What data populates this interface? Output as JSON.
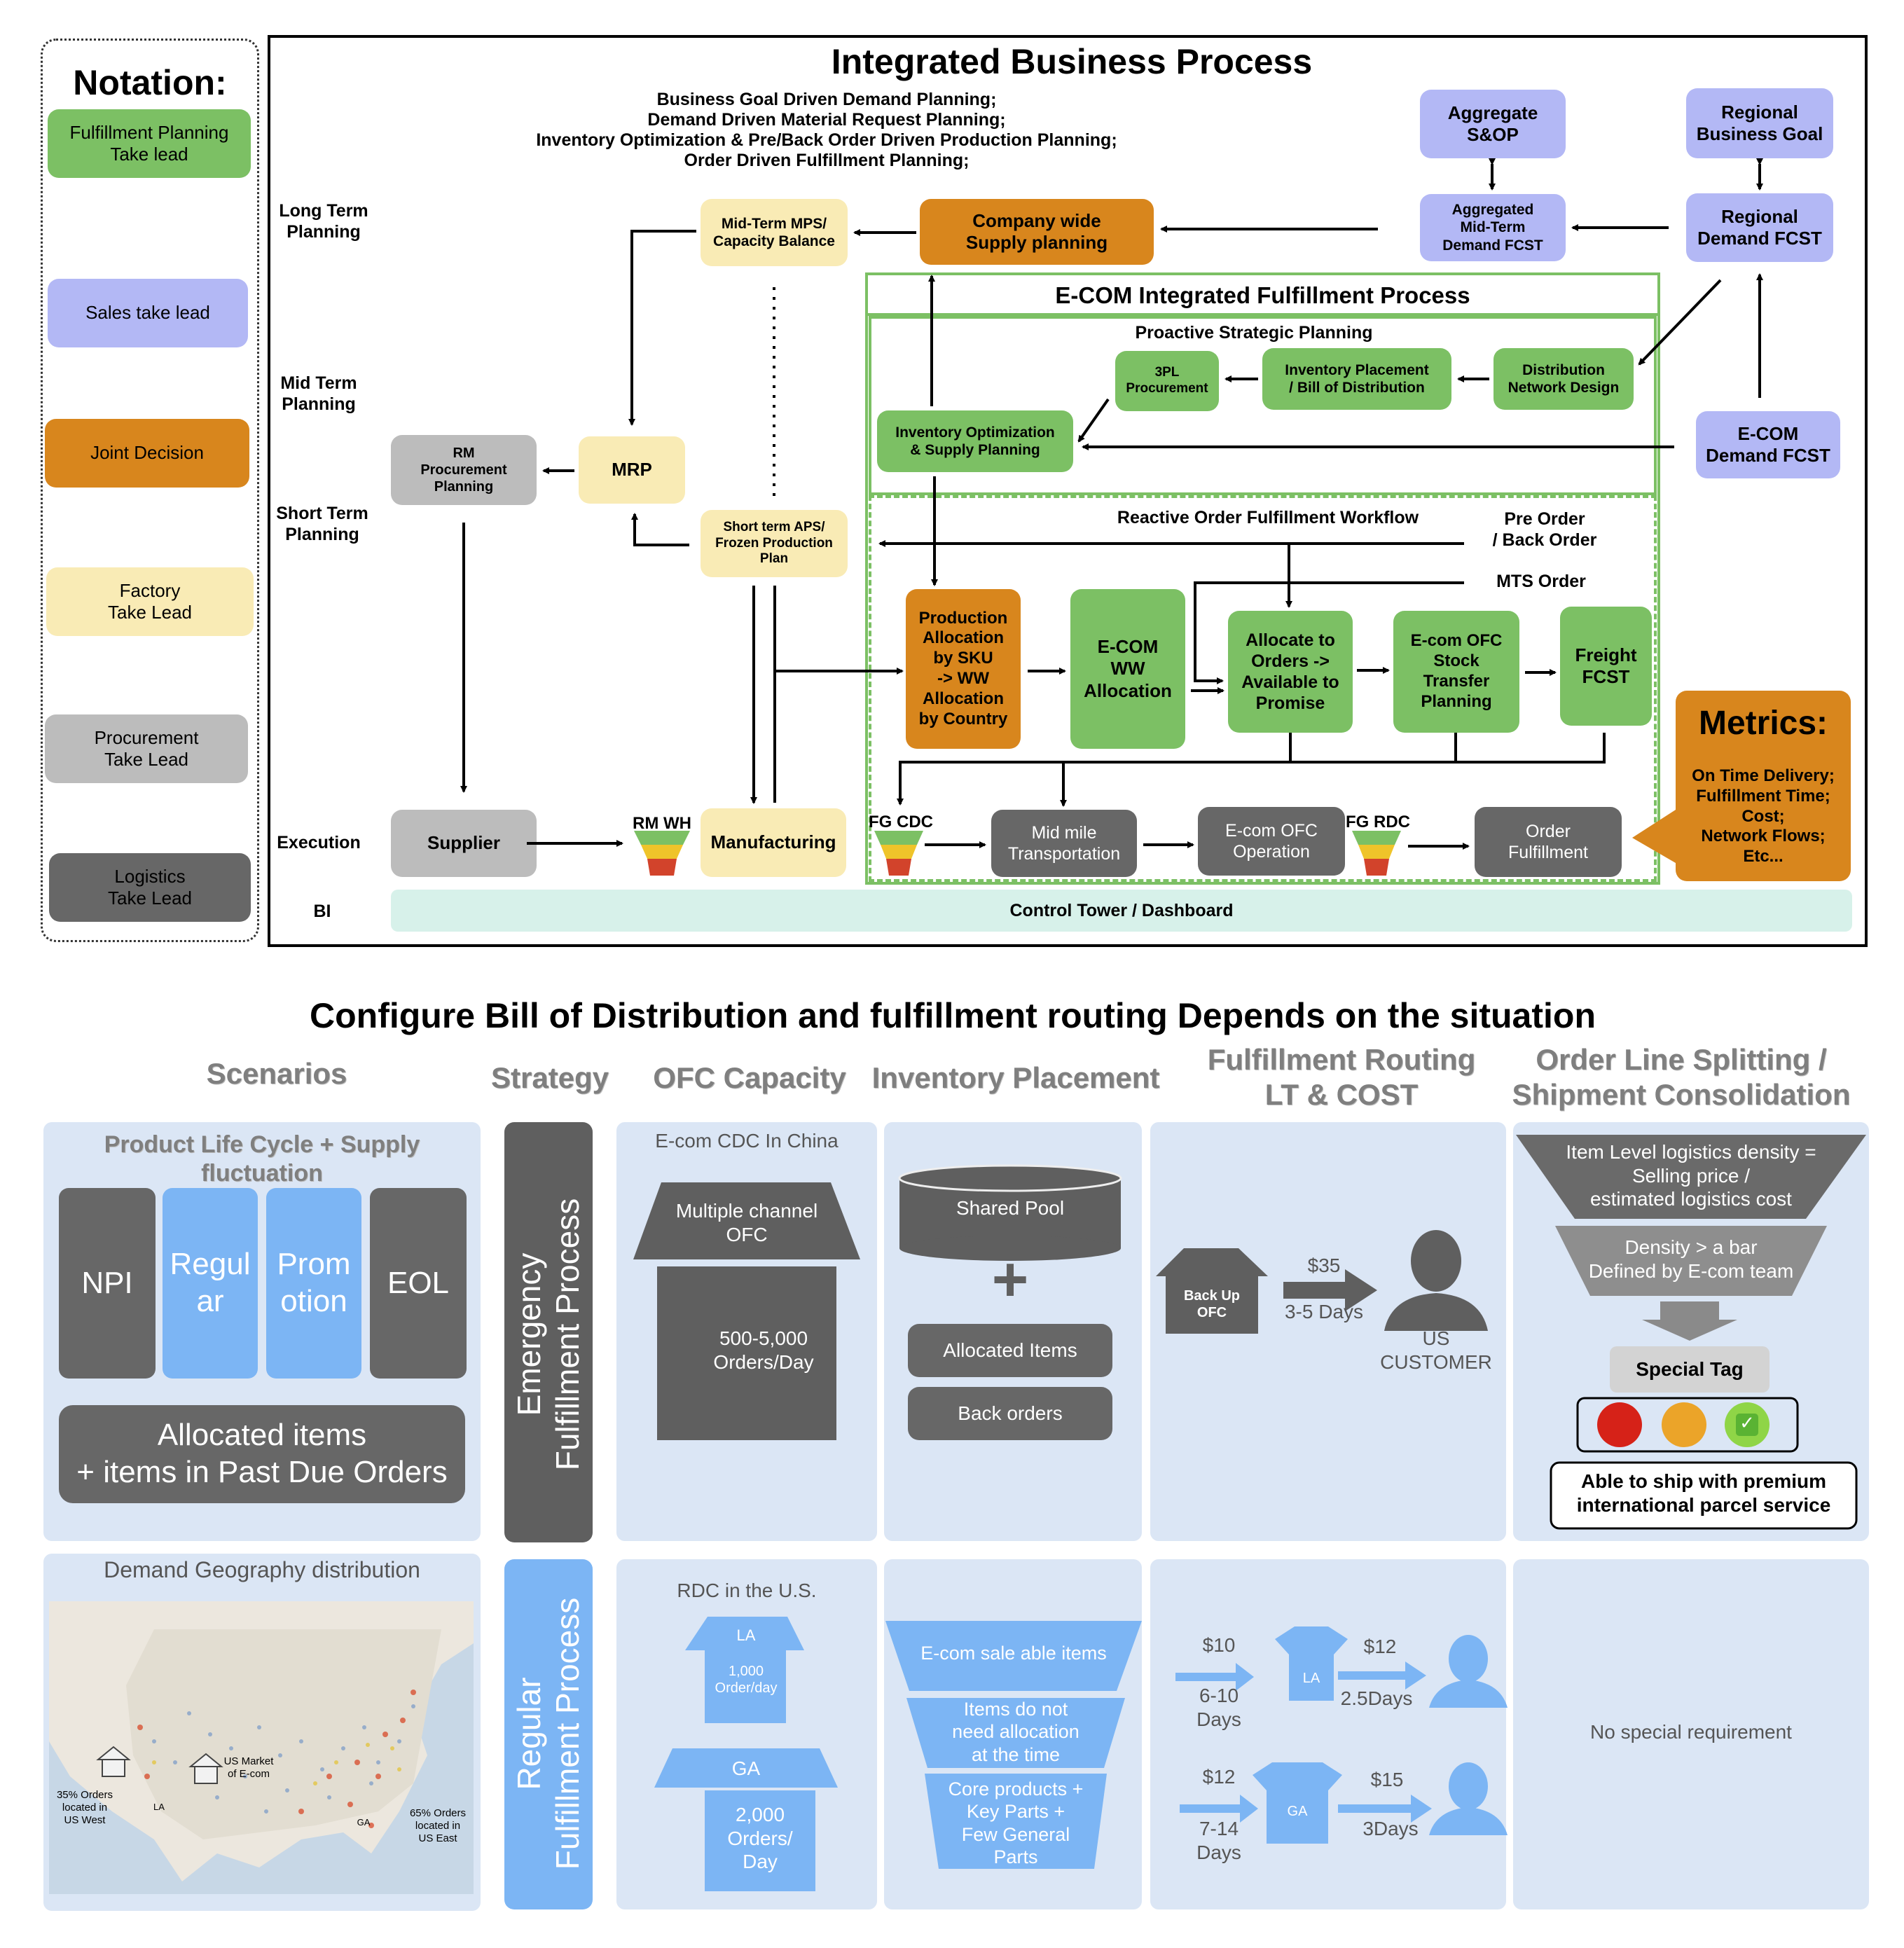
{
  "notation": {
    "title": "Notation:",
    "items": [
      {
        "label": "Fulfillment Planning\nTake lead",
        "color": "#7cc064"
      },
      {
        "label": "Sales take lead",
        "color": "#b3b8f5"
      },
      {
        "label": "Joint Decision",
        "color": "#d8861d"
      },
      {
        "label": "Factory\nTake Lead",
        "color": "#f9ebb5"
      },
      {
        "label": "Procurement\nTake Lead",
        "color": "#bcbcbc"
      },
      {
        "label": "Logistics\nTake Lead",
        "color": "#676767"
      }
    ]
  },
  "ibp": {
    "title": "Integrated Business Process",
    "goals": "Business Goal Driven Demand Planning;\nDemand Driven Material Request Planning;\nInventory Optimization & Pre/Back Order Driven Production Planning;\nOrder Driven Fulfillment Planning;",
    "rows": {
      "long_term": "Long Term\nPlanning",
      "mid_term": "Mid Term\nPlanning",
      "short_term": "Short Term\nPlanning",
      "execution": "Execution",
      "bi": "BI"
    },
    "nodes": {
      "aggregate_sop": "Aggregate\nS&OP",
      "regional_goal": "Regional\nBusiness Goal",
      "aggregated_fcst": "Aggregated\nMid-Term\nDemand FCST",
      "regional_fcst": "Regional\nDemand FCST",
      "company_supply": "Company wide\nSupply planning",
      "mid_term_mps": "Mid-Term MPS/\nCapacity Balance",
      "ecom_title": "E-COM Integrated Fulfillment Process",
      "proactive": "Proactive Strategic Planning",
      "tpl": "3PL\nProcurement",
      "inv_placement": "Inventory Placement\n/ Bill of Distribution",
      "dist_design": "Distribution\nNetwork Design",
      "inv_opt": "Inventory Optimization\n& Supply Planning",
      "ecom_fcst": "E-COM\nDemand FCST",
      "rm_proc": "RM\nProcurement\nPlanning",
      "mrp": "MRP",
      "short_aps": "Short term APS/\nFrozen Production\nPlan",
      "reactive": "Reactive Order Fulfillment Workflow",
      "pre_order": "Pre Order\n/ Back Order",
      "mts_order": "MTS Order",
      "prod_alloc": "Production\nAllocation\nby SKU\n-> WW\nAllocation\nby Country",
      "ecom_ww": "E-COM\nWW\nAllocation",
      "allocate": "Allocate to\nOrders ->\nAvailable to\nPromise",
      "ofc_stock": "E-com OFC\nStock\nTransfer\nPlanning",
      "freight": "Freight\nFCST",
      "metrics_title": "Metrics:",
      "metrics_body": "On Time Delivery;\nFulfillment Time;\nCost;\nNetwork Flows;\nEtc...",
      "supplier": "Supplier",
      "rm_wh": "RM WH",
      "manufacturing": "Manufacturing",
      "fg_cdc": "FG CDC",
      "mid_mile": "Mid mile\nTransportation",
      "ofc_operation": "E-com OFC\nOperation",
      "fg_rdc": "FG RDC",
      "order_fulfillment": "Order\nFulfillment",
      "control_tower": "Control Tower / Dashboard"
    }
  },
  "config": {
    "title": "Configure Bill of Distribution and fulfillment routing Depends on the situation",
    "headers": {
      "scenarios": "Scenarios",
      "strategy": "Strategy",
      "ofc_capacity": "OFC Capacity",
      "inv_placement": "Inventory Placement",
      "routing": "Fulfillment Routing\nLT & COST",
      "splitting": "Order Line Splitting /\nShipment Consolidation"
    },
    "scenarios": {
      "plc_title": "Product Life Cycle + Supply fluctuation",
      "npi": "NPI",
      "regular": "Regul\nar",
      "promotion": "Prom\notion",
      "eol": "EOL",
      "allocated": "Allocated items\n+ items in Past Due Orders",
      "geo_title": "Demand Geography distribution",
      "west": "35% Orders\nlocated in\nUS West",
      "east": "65% Orders\nlocated in\nUS East",
      "market": "US Market\nof E-com",
      "la": "LA",
      "ga": "GA"
    },
    "emergency": {
      "strategy": "Emergency\nFulfillment Process",
      "ofc_caption": "E-com CDC In China",
      "ofc_roof": "Multiple channel\nOFC",
      "ofc_capacity": "500-5,000\nOrders/Day",
      "shared_pool": "Shared Pool",
      "plus": "+",
      "allocated_items": "Allocated Items",
      "back_orders": "Back orders",
      "backup_ofc": "Back Up\nOFC",
      "price": "$35",
      "days": "3-5 Days",
      "customer": "US\nCUSTOMER",
      "funnel1": "Item Level logistics density =\nSelling price /\nestimated logistics cost",
      "funnel2": "Density > a bar\nDefined by  E-com team",
      "special_tag": "Special Tag",
      "premium": "Able to ship with premium\ninternational parcel service",
      "check": "✓"
    },
    "regular": {
      "strategy": "Regular\nFulfillment Process",
      "ofc_caption": "RDC in the U.S.",
      "la": "LA",
      "la_capacity": "1,000\nOrder/day",
      "ga": "GA",
      "ga_capacity": "2,000\nOrders/\nDay",
      "inv1": "E-com sale able items",
      "inv2": "Items do not\nneed allocation\nat the time",
      "inv3": "Core products +\nKey Parts +\nFew General\nParts",
      "la_in_price": "$10",
      "la_in_days": "6-10\nDays",
      "la_out_price": "$12",
      "la_out_days": "2.5Days",
      "ga_in_price": "$12",
      "ga_in_days": "7-14\nDays",
      "ga_out_price": "$15",
      "ga_out_days": "3Days",
      "splitting": "No special requirement"
    }
  }
}
